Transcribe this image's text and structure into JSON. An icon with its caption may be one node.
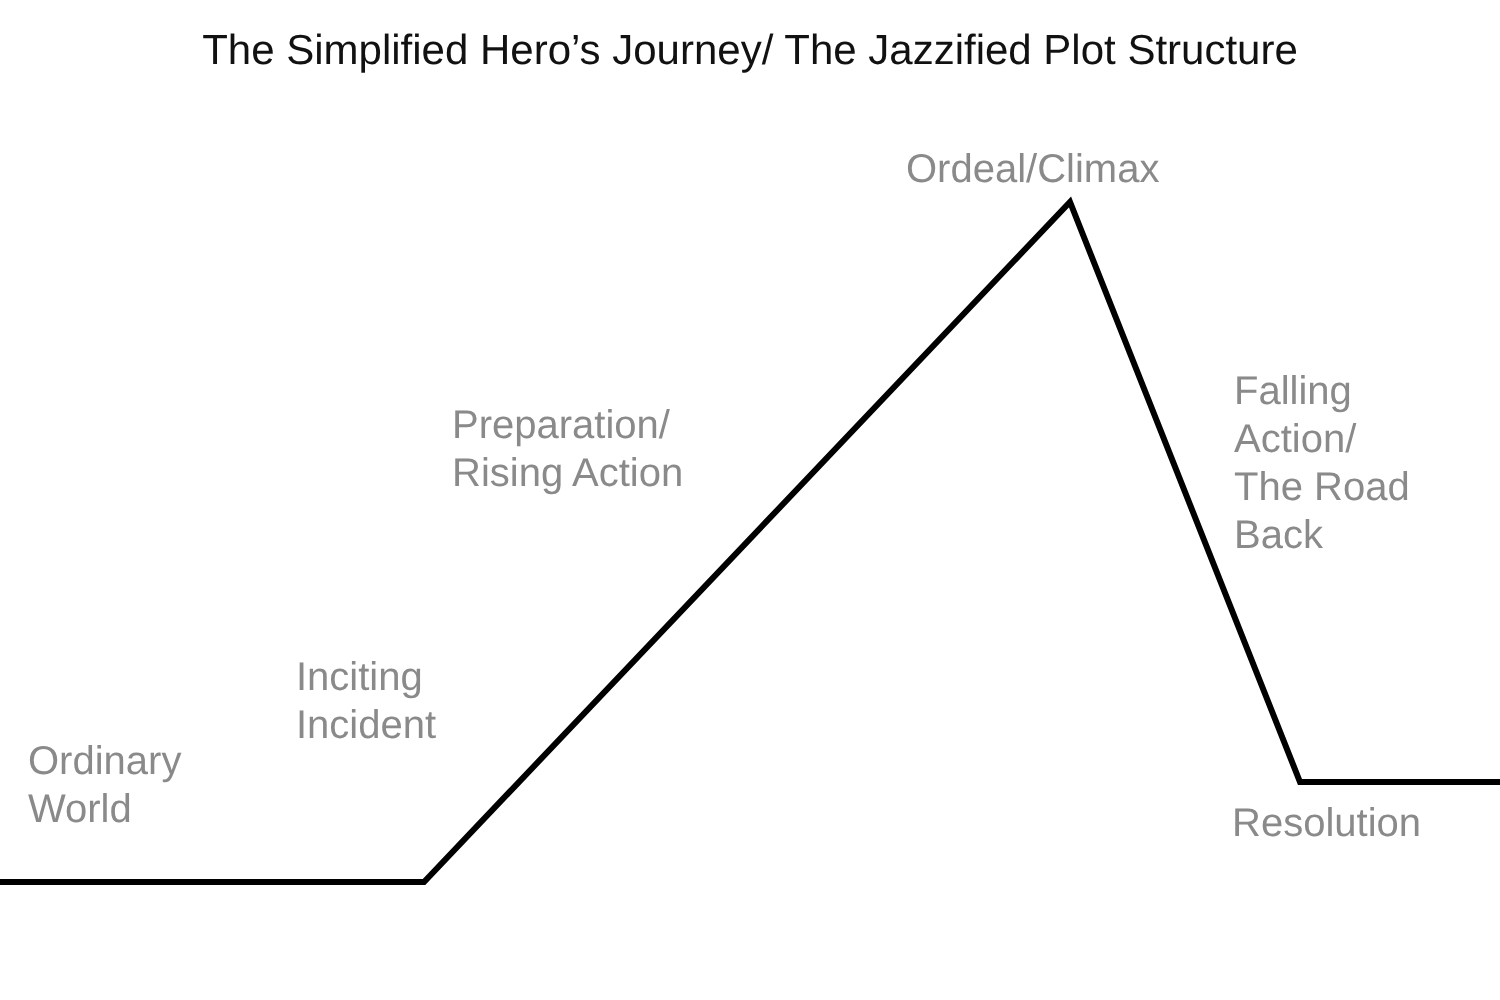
{
  "diagram": {
    "title": "The Simplified Hero’s Journey/ The Jazzified Plot Structure",
    "labels": [
      "Ordinary World",
      "Inciting Incident",
      "Preparation/ Rising Action",
      "Ordeal/Climax",
      "Falling Action/ The Road Back",
      "Resolution"
    ]
  }
}
